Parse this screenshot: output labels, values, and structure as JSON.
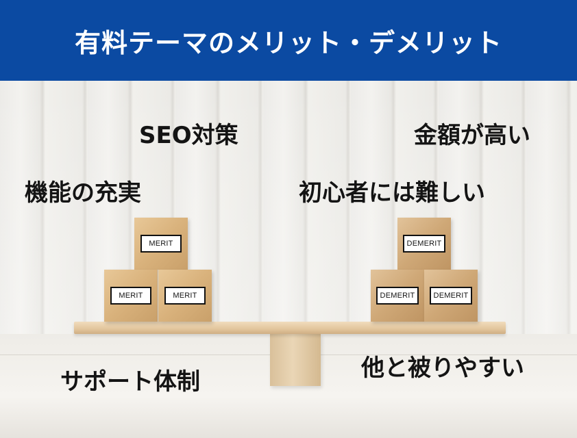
{
  "header": {
    "title": "有料テーマのメリット・デメリット",
    "background_color": "#0b4aa2"
  },
  "merits": {
    "labels": [
      "SEO対策",
      "機能の充実",
      "サポート体制"
    ],
    "block_text": "MERIT"
  },
  "demerits": {
    "labels": [
      "金額が高い",
      "初心者には難しい",
      "他と被りやすい"
    ],
    "block_text": "DEMERIT"
  }
}
